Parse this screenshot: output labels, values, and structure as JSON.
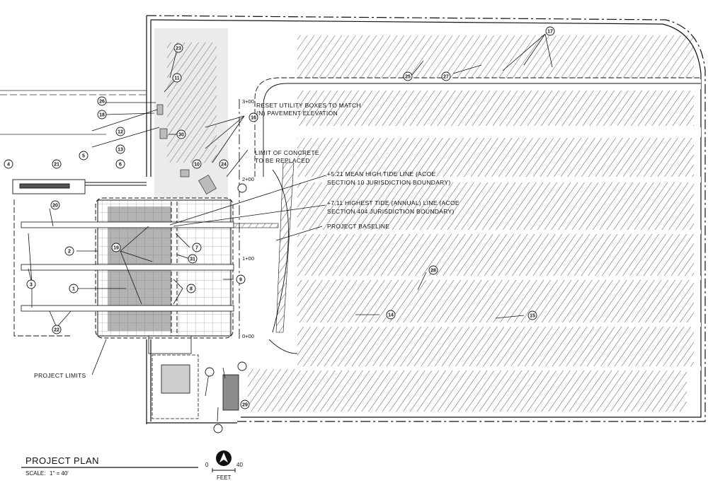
{
  "title_block": {
    "title": "PROJECT PLAN",
    "scale_prefix": "SCALE:",
    "scale_value": "1\" = 40'",
    "bar_start": "0",
    "bar_end": "40",
    "bar_unit": "FEET"
  },
  "notes": {
    "reset_line1": "RESET UTILITY BOXES TO MATCH",
    "reset_line2": "(N) PAVEMENT ELEVATION",
    "concrete_line1": "LIMIT OF CONCRETE",
    "concrete_line2": "TO BE REPLACED",
    "mhtl_line1": "+5.21 MEAN HIGH TIDE LINE (ACOE",
    "mhtl_line2": "SECTION 10 JURISDICTION BOUNDARY)",
    "ht_line1": "+7.11 HIGHEST TIDE (ANNUAL) LINE (ACOE",
    "ht_line2": "SECTION 404 JURISDICTION BOUNDARY)",
    "baseline": "PROJECT BASELINE",
    "limits": "PROJECT LIMITS"
  },
  "stations": {
    "s3": "3+00",
    "s2": "2+00",
    "s1": "1+00",
    "s0": "0+00"
  },
  "keynotes": [
    "1",
    "2",
    "3",
    "4",
    "5",
    "6",
    "7",
    "8",
    "9",
    "10",
    "11",
    "12",
    "13",
    "14",
    "15",
    "16",
    "17",
    "18",
    "19",
    "20",
    "21",
    "22",
    "23",
    "24",
    "25",
    "26",
    "27",
    "28",
    "29",
    "30",
    "31"
  ]
}
